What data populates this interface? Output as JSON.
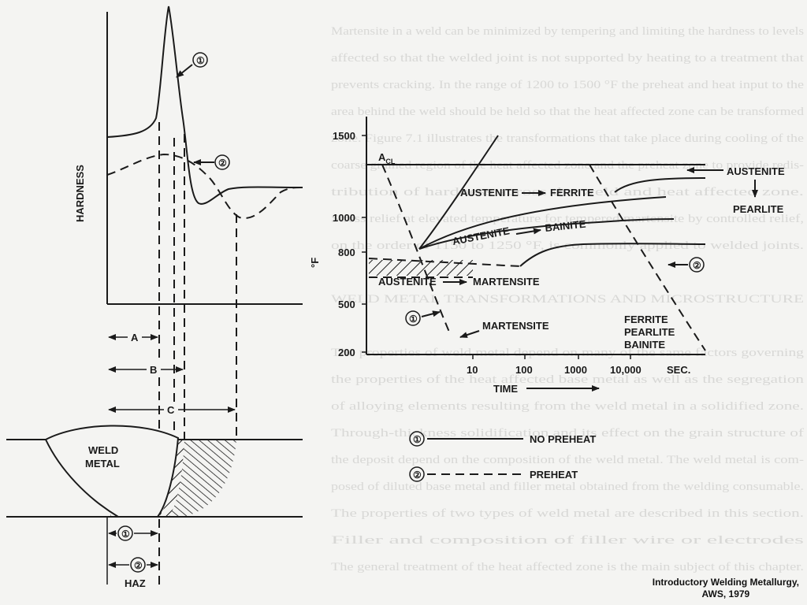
{
  "background_text_lines": [
    "Martensite in a weld can be minimized by tempering and limiting the hardness to levels",
    "affected so that the welded joint is not supported by heating to a treatment that",
    "prevents cracking. In the range of 1200 to 1500 °F the preheat and heat input to the",
    "area behind the weld should be held so that the heat affected zone can be transformed",
    "zone. Figure 7.1 illustrates the transformations that take place during cooling of the",
    "coarse grained region of the heat affected zone and the preheat zone to provide redis-",
    "tribution of hardness across the weld and heat affected zone.",
    "Stress relief at elevated temperature for tempered martensite by controlled relief,",
    "on the order of 1150 to 1250 °F, is commonly applied to welded joints.",
    "",
    "WELD METAL TRANSFORMATIONS AND MICROSTRUCTURE",
    "",
    "The properties of weld metal depend on many of the same factors governing",
    "the properties of the heat affected base metal as well as the segregation",
    "of alloying elements resulting from the weld metal in a solidified zone.",
    "Through-thickness solidification and its effect on the grain structure of",
    "the deposit depend on the composition of the weld metal. The weld metal is com-",
    "posed of diluted base metal and filler metal obtained from the welding consumable.",
    "The properties of two types of weld metal are described in this section.",
    "Filler and composition of filler wire or electrodes",
    "The general treatment of the heat affected zone is the main subject of this chapter."
  ],
  "hardness_panel": {
    "ylabel": "HARDNESS",
    "marker_1": "①",
    "marker_2": "②"
  },
  "zone_dimensions": {
    "a": "A",
    "b": "B",
    "c": "C"
  },
  "weld_section": {
    "weld_label_line1": "WELD",
    "weld_label_line2": "METAL",
    "marker_1": "①",
    "marker_2": "②",
    "haz_label": "HAZ"
  },
  "cct_diagram": {
    "ylabel": "°F",
    "xlabel": "TIME",
    "y_ticks": [
      "1500",
      "1000",
      "800",
      "500",
      "200"
    ],
    "x_ticks": [
      "10",
      "100",
      "1000",
      "10,000",
      "SEC."
    ],
    "ac1_main": "A",
    "ac1_sub": "CL",
    "austenite_ferrite": "AUSTENITE",
    "ferrite": "FERRITE",
    "austenite_bainite": "AUSTENITE",
    "bainite": "BAINITE",
    "austenite_martensite": "AUSTENITE",
    "martensite": "MARTENSITE",
    "martensite_only": "MARTENSITE",
    "austenite_pearlite_1": "AUSTENITE",
    "austenite_pearlite_2": "PEARLITE",
    "products_line1": "FERRITE",
    "products_line2": "PEARLITE",
    "products_line3": "BAINITE",
    "marker_1": "①",
    "marker_2": "②"
  },
  "legend": {
    "marker_1": "①",
    "label_1": "NO PREHEAT",
    "marker_2": "②",
    "label_2": "PREHEAT"
  },
  "citation": {
    "line1": "Introductory Welding Metallurgy,",
    "line2": "AWS, 1979"
  }
}
